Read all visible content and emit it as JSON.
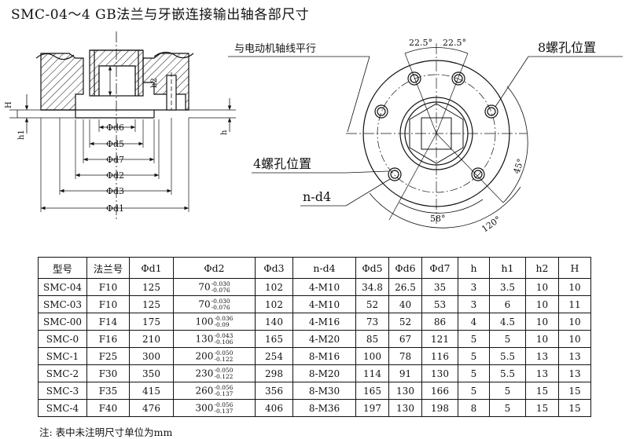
{
  "title": "SMC-04～4 GB法兰与牙嵌连接输出轴各部尺寸",
  "left_drawing": {
    "labels": {
      "h2": "h2",
      "H": "H",
      "h1": "h1",
      "h": "h",
      "d6": "Φd6",
      "d5": "Φd5",
      "d7": "Φd7",
      "d2": "Φd2",
      "d3": "Φd3",
      "d1": "Φd1"
    }
  },
  "right_drawing": {
    "labels": {
      "parallel": "与电动机轴线平行",
      "angle_a": "22.5°",
      "angle_b": "22.5°",
      "holes8": "8螺孔位置",
      "holes4": "4螺孔位置",
      "nd4": "n-d4",
      "angle45": "45°",
      "angle58": "58°",
      "angle120": "120°"
    }
  },
  "table": {
    "headers": [
      "型号",
      "法兰号",
      "Φd1",
      "Φd2",
      "Φd3",
      "n-d4",
      "Φd5",
      "Φd6",
      "Φd7",
      "h",
      "h1",
      "h2",
      "H"
    ],
    "rows": [
      {
        "model": "SMC-04",
        "flange": "F10",
        "d1": "125",
        "d2": "70",
        "d2_upper": "-0.030",
        "d2_lower": "-0.076",
        "d3": "102",
        "nd4": "4-M10",
        "d5": "34.8",
        "d6": "26.5",
        "d7": "35",
        "h": "3",
        "h1": "3.5",
        "h2": "10",
        "H": "10"
      },
      {
        "model": "SMC-03",
        "flange": "F10",
        "d1": "125",
        "d2": "70",
        "d2_upper": "-0.030",
        "d2_lower": "-0.076",
        "d3": "102",
        "nd4": "4-M10",
        "d5": "52",
        "d6": "40",
        "d7": "53",
        "h": "3",
        "h1": "6",
        "h2": "10",
        "H": "11"
      },
      {
        "model": "SMC-00",
        "flange": "F14",
        "d1": "175",
        "d2": "100",
        "d2_upper": "-0.036",
        "d2_lower": "-0.09",
        "d3": "140",
        "nd4": "4-M16",
        "d5": "73",
        "d6": "52",
        "d7": "86",
        "h": "4",
        "h1": "4.5",
        "h2": "10",
        "H": "10"
      },
      {
        "model": "SMC-0",
        "flange": "F16",
        "d1": "210",
        "d2": "130",
        "d2_upper": "-0.043",
        "d2_lower": "-0.106",
        "d3": "165",
        "nd4": "4-M20",
        "d5": "85",
        "d6": "67",
        "d7": "121",
        "h": "5",
        "h1": "5",
        "h2": "10",
        "H": "10"
      },
      {
        "model": "SMC-1",
        "flange": "F25",
        "d1": "300",
        "d2": "200",
        "d2_upper": "-0.050",
        "d2_lower": "-0.122",
        "d3": "254",
        "nd4": "8-M16",
        "d5": "100",
        "d6": "78",
        "d7": "116",
        "h": "5",
        "h1": "5.5",
        "h2": "13",
        "H": "13"
      },
      {
        "model": "SMC-2",
        "flange": "F30",
        "d1": "350",
        "d2": "230",
        "d2_upper": "-0.050",
        "d2_lower": "-0.122",
        "d3": "298",
        "nd4": "8-M20",
        "d5": "114",
        "d6": "91",
        "d7": "130",
        "h": "5",
        "h1": "5.5",
        "h2": "13",
        "H": "13"
      },
      {
        "model": "SMC-3",
        "flange": "F35",
        "d1": "415",
        "d2": "260",
        "d2_upper": "-0.056",
        "d2_lower": "-0.137",
        "d3": "356",
        "nd4": "8-M30",
        "d5": "165",
        "d6": "130",
        "d7": "166",
        "h": "5",
        "h1": "5",
        "h2": "15",
        "H": "15"
      },
      {
        "model": "SMC-4",
        "flange": "F40",
        "d1": "476",
        "d2": "300",
        "d2_upper": "-0.056",
        "d2_lower": "-0.137",
        "d3": "406",
        "nd4": "8-M36",
        "d5": "197",
        "d6": "130",
        "d7": "198",
        "h": "8",
        "h1": "5",
        "h2": "15",
        "H": "15"
      }
    ]
  },
  "note": "注: 表中未注明尺寸单位为mm"
}
